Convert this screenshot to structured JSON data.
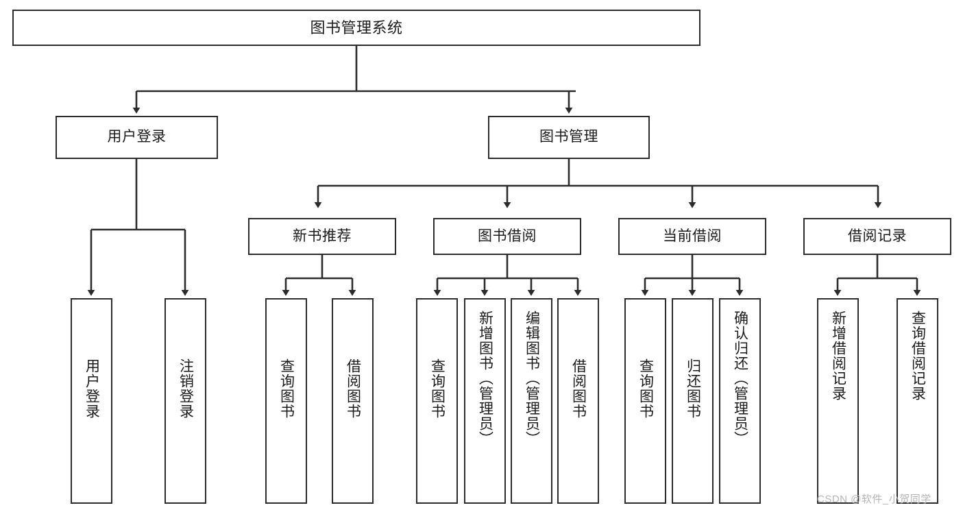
{
  "diagram": {
    "title": "图书管理系统",
    "type": "tree-hierarchy-diagram",
    "colors": {
      "box_stroke": "#2b2b2b",
      "box_fill": "#ffffff",
      "edge": "#2b2b2b",
      "text": "#1a1a1a",
      "watermark": "#b5b5b5",
      "background": "#ffffff"
    },
    "nodes": {
      "root": {
        "label": "图书管理系统"
      },
      "level2": [
        {
          "id": "user-login",
          "label": "用户登录"
        },
        {
          "id": "book-manage",
          "label": "图书管理"
        }
      ],
      "level3": [
        {
          "id": "new-book-recommend",
          "label": "新书推荐"
        },
        {
          "id": "book-borrow",
          "label": "图书借阅"
        },
        {
          "id": "current-borrow",
          "label": "当前借阅"
        },
        {
          "id": "borrow-record",
          "label": "借阅记录"
        }
      ],
      "leaves": [
        {
          "id": "leaf-user-login",
          "label": "用户登录",
          "parent": "user-login"
        },
        {
          "id": "leaf-user-logout",
          "label": "注销登录",
          "parent": "user-login"
        },
        {
          "id": "leaf-query-book-1",
          "label": "查询图书",
          "parent": "new-book-recommend"
        },
        {
          "id": "leaf-borrow-book-1",
          "label": "借阅图书",
          "parent": "new-book-recommend"
        },
        {
          "id": "leaf-query-book-2",
          "label": "查询图书",
          "parent": "book-borrow"
        },
        {
          "id": "leaf-add-book",
          "label": "新增图书（管理员）",
          "parent": "book-borrow"
        },
        {
          "id": "leaf-edit-book",
          "label": "编辑图书（管理员）",
          "parent": "book-borrow"
        },
        {
          "id": "leaf-borrow-book-2",
          "label": "借阅图书",
          "parent": "book-borrow"
        },
        {
          "id": "leaf-query-book-3",
          "label": "查询图书",
          "parent": "current-borrow"
        },
        {
          "id": "leaf-return-book",
          "label": "归还图书",
          "parent": "current-borrow"
        },
        {
          "id": "leaf-confirm-return",
          "label": "确认归还（管理员）",
          "parent": "current-borrow"
        },
        {
          "id": "leaf-add-record",
          "label": "新增借阅记录",
          "parent": "borrow-record"
        },
        {
          "id": "leaf-query-record",
          "label": "查询借阅记录",
          "parent": "borrow-record"
        }
      ]
    },
    "watermark": "CSDN @软件_小贺同学"
  }
}
